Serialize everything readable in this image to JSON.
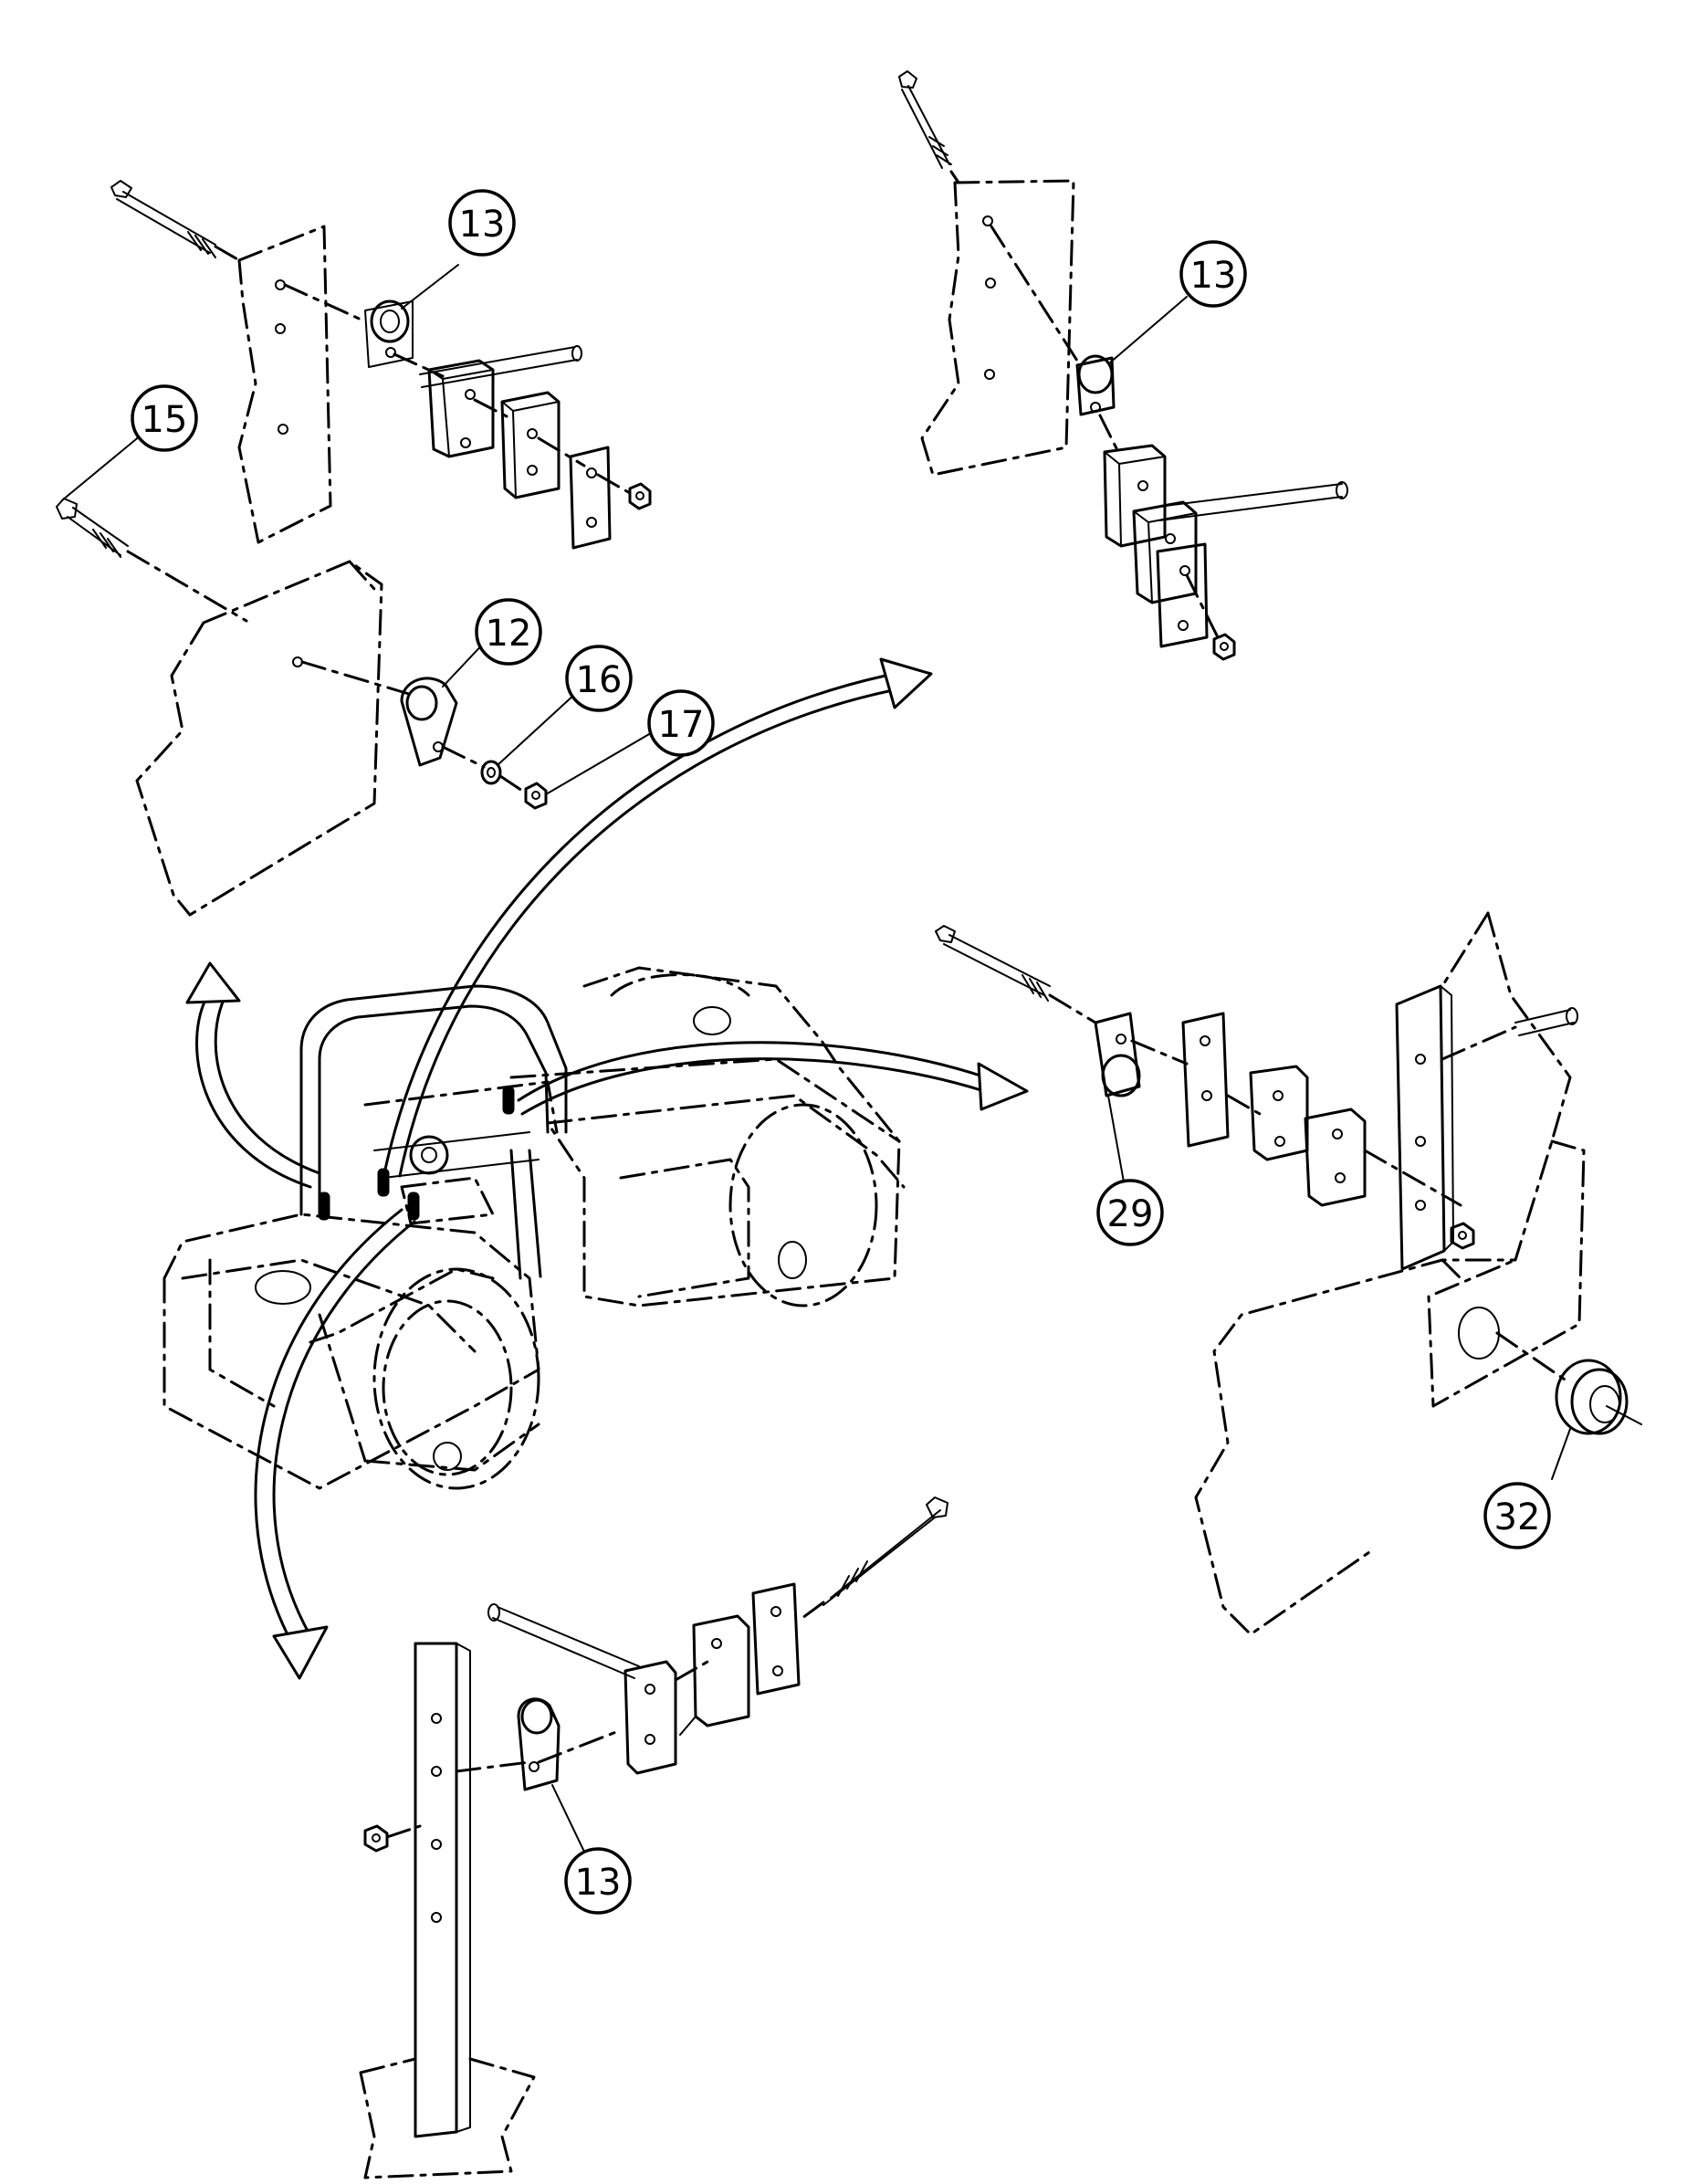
{
  "diagram": {
    "callouts": [
      {
        "id": "c13a",
        "label": "13"
      },
      {
        "id": "c15",
        "label": "15"
      },
      {
        "id": "c12",
        "label": "12"
      },
      {
        "id": "c16",
        "label": "16"
      },
      {
        "id": "c17",
        "label": "17"
      },
      {
        "id": "c13b",
        "label": "13"
      },
      {
        "id": "c29",
        "label": "29"
      },
      {
        "id": "c32",
        "label": "32"
      },
      {
        "id": "c13c",
        "label": "13"
      }
    ]
  }
}
